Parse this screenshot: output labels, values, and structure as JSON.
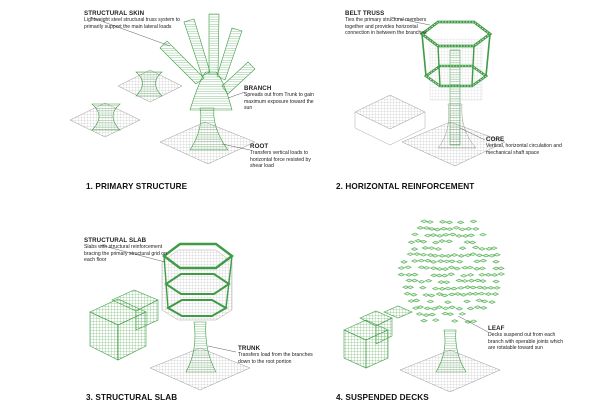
{
  "panels": [
    {
      "caption": "1. PRIMARY STRUCTURE",
      "labels": [
        {
          "title": "STRUCTURAL SKIN",
          "text": "Lightweight steel structural truss system to primarily support the main lateral loads"
        },
        {
          "title": "BRANCH",
          "text": "Spreads out from Trunk to gain maximum exposure toward the sun"
        },
        {
          "title": "ROOT",
          "text": "Transfers vertical loads to horizontal force resisted by shear load"
        }
      ]
    },
    {
      "caption": "2. HORIZONTAL REINFORCEMENT",
      "labels": [
        {
          "title": "BELT TRUSS",
          "text": "Ties the primary structural members together and provides horizontal connection in between the branches"
        },
        {
          "title": "CORE",
          "text": "Vertical, horizontal circulation and mechanical shaft space"
        }
      ]
    },
    {
      "caption": "3. STRUCTURAL SLAB",
      "labels": [
        {
          "title": "STRUCTURAL SLAB",
          "text": "Slabs with structural reinforcement bracing the primary structural grid on each floor"
        },
        {
          "title": "TRUNK",
          "text": "Transfers load from the branches down to the root portion"
        }
      ]
    },
    {
      "caption": "4. SUSPENDED DECKS",
      "labels": [
        {
          "title": "LEAF",
          "text": "Decks suspend out from each branch with operable joints which are rotatable toward sun"
        }
      ]
    }
  ],
  "colors": {
    "green": "#5bb35b",
    "dark_green": "#2e8b3d",
    "grey": "#9a9a9a",
    "text": "#222222"
  }
}
